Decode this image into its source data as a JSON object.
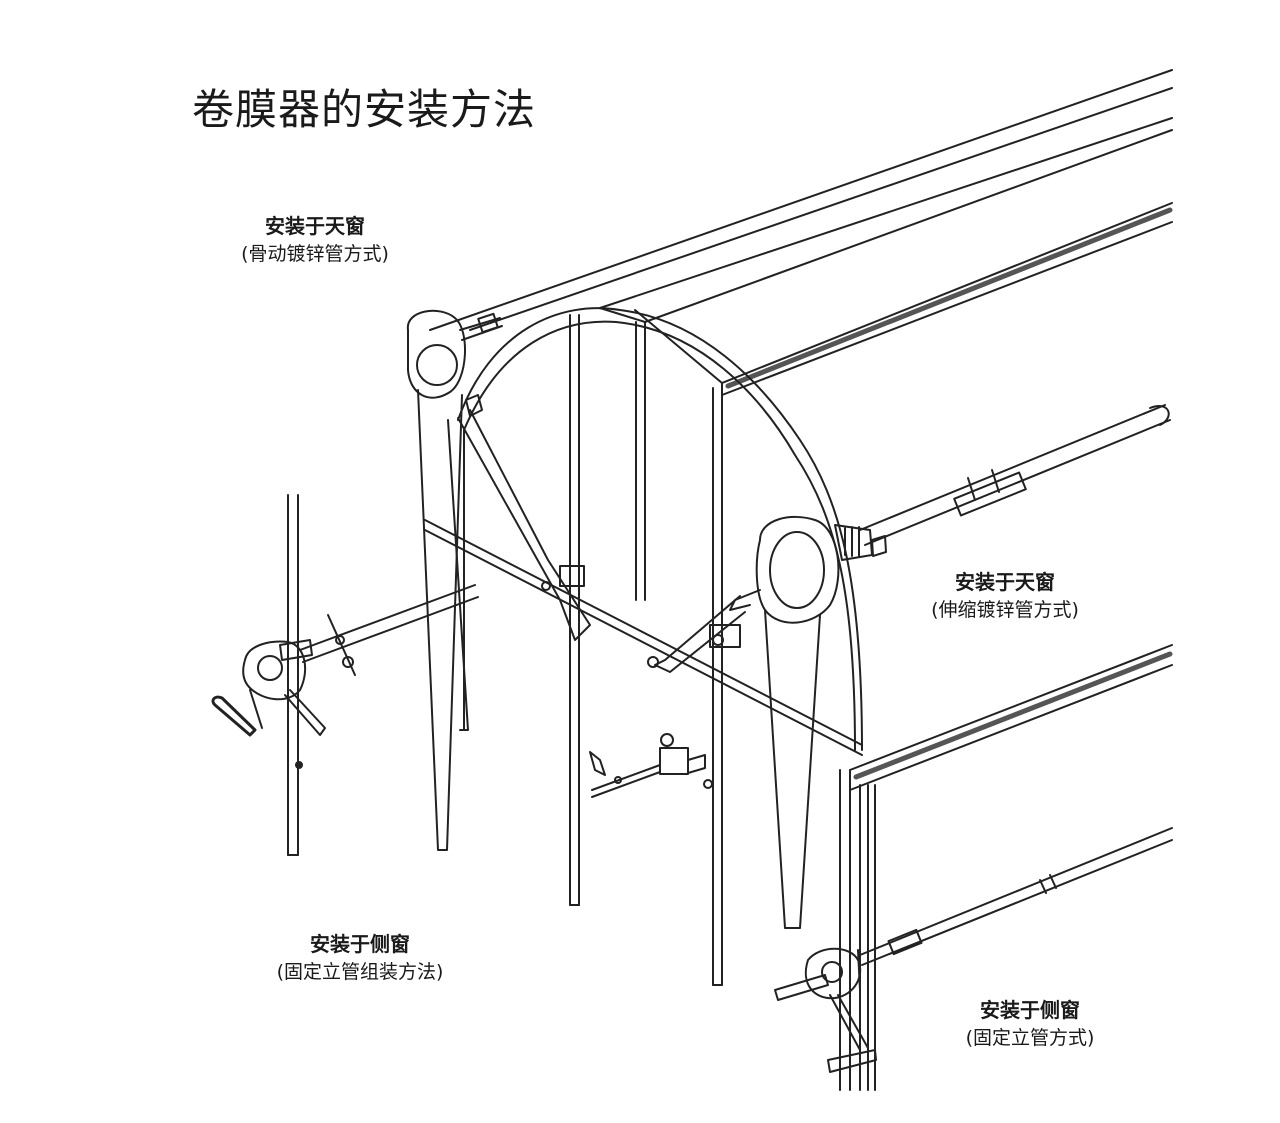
{
  "title": "卷膜器的安装方法",
  "captions": {
    "roof_slide": {
      "line1": "安装于天窗",
      "line2": "(骨动镀锌管方式)"
    },
    "roof_telescopic": {
      "line1": "安装于天窗",
      "line2": "(伸缩镀锌管方式)"
    },
    "side_assembly": {
      "line1": "安装于侧窗",
      "line2": "(固定立管组装方法)"
    },
    "side_fixed": {
      "line1": "安装于侧窗",
      "line2": "(固定立管方式)"
    }
  },
  "colors": {
    "line": "#222222",
    "background": "#ffffff"
  }
}
